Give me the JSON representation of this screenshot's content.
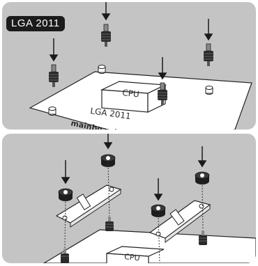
{
  "badge": {
    "label": "LGA 2011"
  },
  "labels": {
    "cpu": "CPU",
    "socket": "LGA 2011",
    "board": "mainboard"
  },
  "colors": {
    "panel_background": "#c4c4c4",
    "badge_background": "#1b1b1b",
    "board": "#ffffff",
    "stroke": "#222222"
  },
  "icons": [
    "down-arrow-icon",
    "standoff-screw-icon",
    "thumb-nut-icon",
    "mounting-bracket-icon"
  ]
}
